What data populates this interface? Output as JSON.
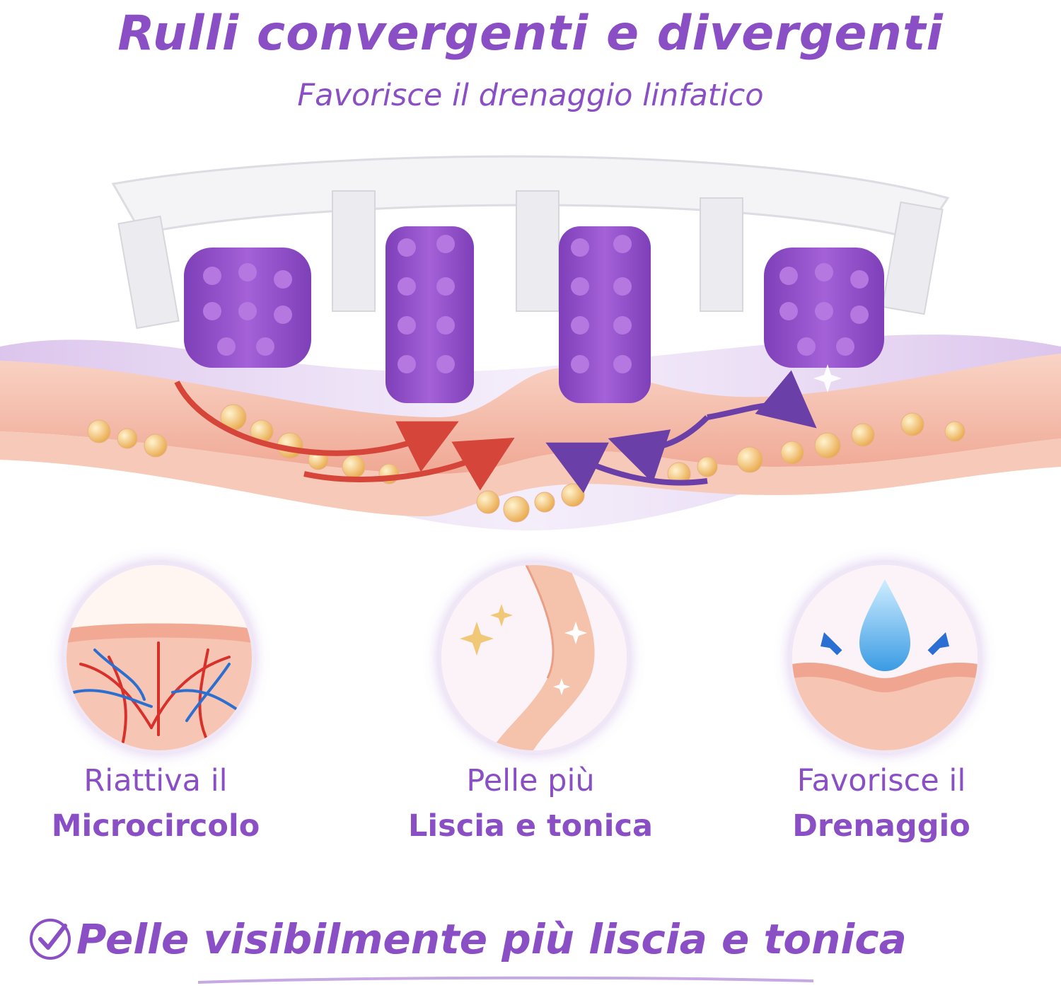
{
  "header": {
    "title": "Rulli convergenti e divergenti",
    "subtitle": "Favorisce il drenaggio linfatico"
  },
  "hero": {
    "icon": "massage-rollers-skin-illustration"
  },
  "benefits": [
    {
      "line1": "Riattiva il",
      "line2": "Microcircolo",
      "icon": "blood-vessels-icon"
    },
    {
      "line1": "Pelle più",
      "line2": "Liscia e tonica",
      "icon": "smooth-leg-icon"
    },
    {
      "line1": "Favorisce il",
      "line2": "Drenaggio",
      "icon": "water-drop-drainage-icon"
    }
  ],
  "footer": {
    "text": "Pelle visibilmente più liscia e tonica",
    "icon": "check-circle-icon"
  },
  "colors": {
    "accent": "#8a4fc4",
    "roller": "#9b55cf",
    "skin": "#f3b9a8",
    "fat": "#f5c66e",
    "arrow_red": "#d6453a",
    "arrow_purple": "#6b3fa8"
  }
}
